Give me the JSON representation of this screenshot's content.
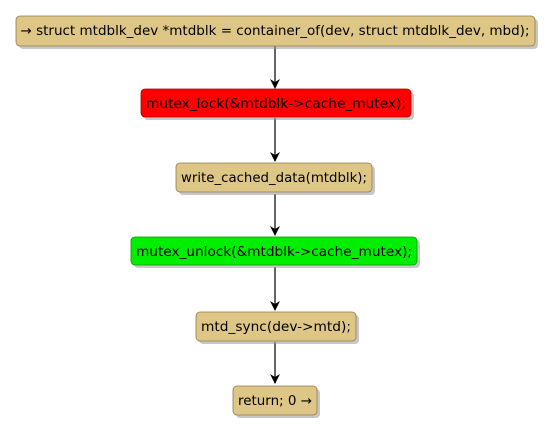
{
  "flowchart": {
    "nodes": [
      {
        "id": "n1",
        "label": "→ struct mtdblk_dev *mtdblk = container_of(dev, struct mtdblk_dev, mbd);",
        "fill": "#DDC686",
        "role": "start"
      },
      {
        "id": "n2",
        "label": "mutex_lock(&mtdblk->cache_mutex);",
        "fill": "#FF0000",
        "role": "highlight-lock"
      },
      {
        "id": "n3",
        "label": "write_cached_data(mtdblk);",
        "fill": "#DDC686",
        "role": "statement"
      },
      {
        "id": "n4",
        "label": "mutex_unlock(&mtdblk->cache_mutex);",
        "fill": "#00EE00",
        "role": "highlight-unlock"
      },
      {
        "id": "n5",
        "label": "mtd_sync(dev->mtd);",
        "fill": "#DDC686",
        "role": "statement"
      },
      {
        "id": "n6",
        "label": "return; 0 →",
        "fill": "#DDC686",
        "role": "end"
      }
    ],
    "edges": [
      {
        "from": "n1",
        "to": "n2"
      },
      {
        "from": "n2",
        "to": "n3"
      },
      {
        "from": "n3",
        "to": "n4"
      },
      {
        "from": "n4",
        "to": "n5"
      },
      {
        "from": "n5",
        "to": "n6"
      }
    ]
  },
  "colors": {
    "node_default": "#DDC686",
    "lock": "#FF0000",
    "unlock": "#00EE00",
    "border": "#8E7D4E",
    "shadow": "#999999",
    "arrow": "#000000"
  }
}
